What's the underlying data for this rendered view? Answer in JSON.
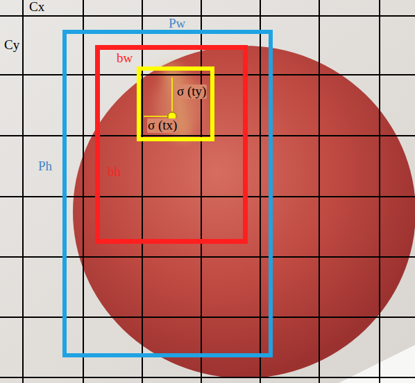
{
  "diagram": {
    "nodes": [
      {
        "text": [
          "Pw",
          "Ph"
        ]
      },
      {
        "text": [
          "bw",
          "bh"
        ],
        "in": 0
      },
      {
        "text": [
          "σ (ty)",
          "σ (tx)"
        ],
        "in": 1
      }
    ],
    "labels": [
      "Cx",
      "Cy"
    ]
  }
}
